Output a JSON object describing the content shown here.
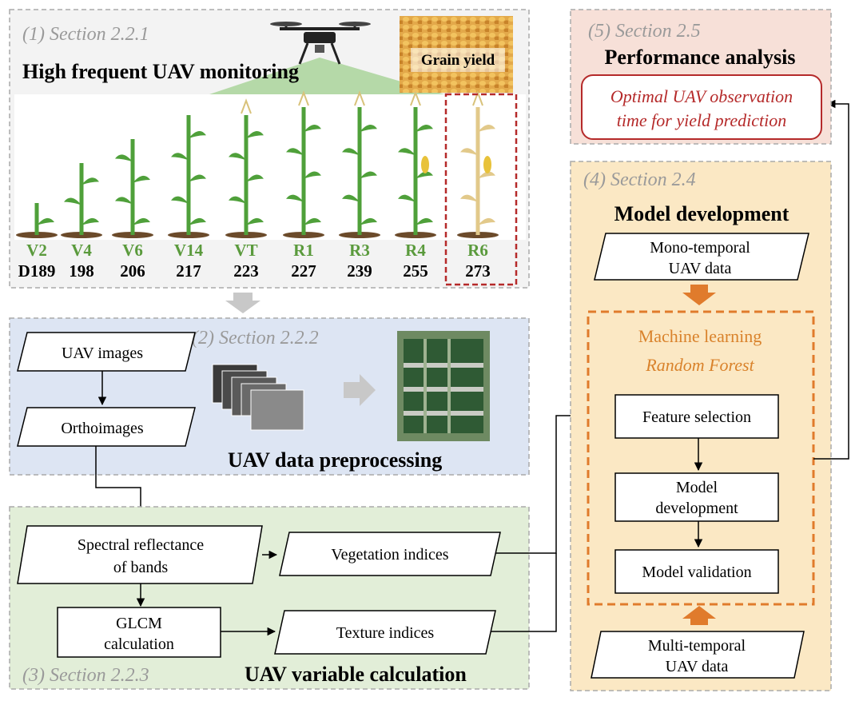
{
  "section1": {
    "tag": "(1) Section 2.2.1",
    "title": "High frequent UAV monitoring",
    "grain_label": "Grain yield",
    "stages": [
      {
        "stage": "V2",
        "day": "D189"
      },
      {
        "stage": "V4",
        "day": "198"
      },
      {
        "stage": "V6",
        "day": "206"
      },
      {
        "stage": "V14",
        "day": "217"
      },
      {
        "stage": "VT",
        "day": "223"
      },
      {
        "stage": "R1",
        "day": "227"
      },
      {
        "stage": "R3",
        "day": "239"
      },
      {
        "stage": "R4",
        "day": "255"
      },
      {
        "stage": "R6",
        "day": "273"
      }
    ]
  },
  "section2": {
    "tag": "(2) Section 2.2.2",
    "title": "UAV data preprocessing",
    "box_uav_images": "UAV images",
    "box_orthoimages": "Orthoimages"
  },
  "section3": {
    "tag": "(3) Section 2.2.3",
    "title": "UAV variable calculation",
    "box_spectral_1": "Spectral reflectance",
    "box_spectral_2": "of bands",
    "box_glcm_1": "GLCM",
    "box_glcm_2": "calculation",
    "box_vegetation": "Vegetation indices",
    "box_texture": "Texture indices"
  },
  "section4": {
    "tag": "(4) Section 2.4",
    "title": "Model development",
    "mono_1": "Mono-temporal",
    "mono_2": "UAV data",
    "ml_1": "Machine learning",
    "ml_2": "Random Forest",
    "feature_selection": "Feature selection",
    "model_dev_1": "Model",
    "model_dev_2": "development",
    "model_validation": "Model validation",
    "multi_1": "Multi-temporal",
    "multi_2": "UAV data"
  },
  "section5": {
    "tag": "(5) Section 2.5",
    "title": "Performance analysis",
    "optimal_1": "Optimal UAV observation",
    "optimal_2": "time for yield prediction"
  },
  "colors": {
    "stage_green": "#5a9a3c",
    "section_tag_gray": "#9a9a9a",
    "orange": "#e07b2c",
    "dark_red": "#b52a2a",
    "panel_blue": "#dde5f3",
    "panel_green": "#e2eed8",
    "panel_orange": "#fbe8c4",
    "panel_pink": "#f7e0d8"
  }
}
